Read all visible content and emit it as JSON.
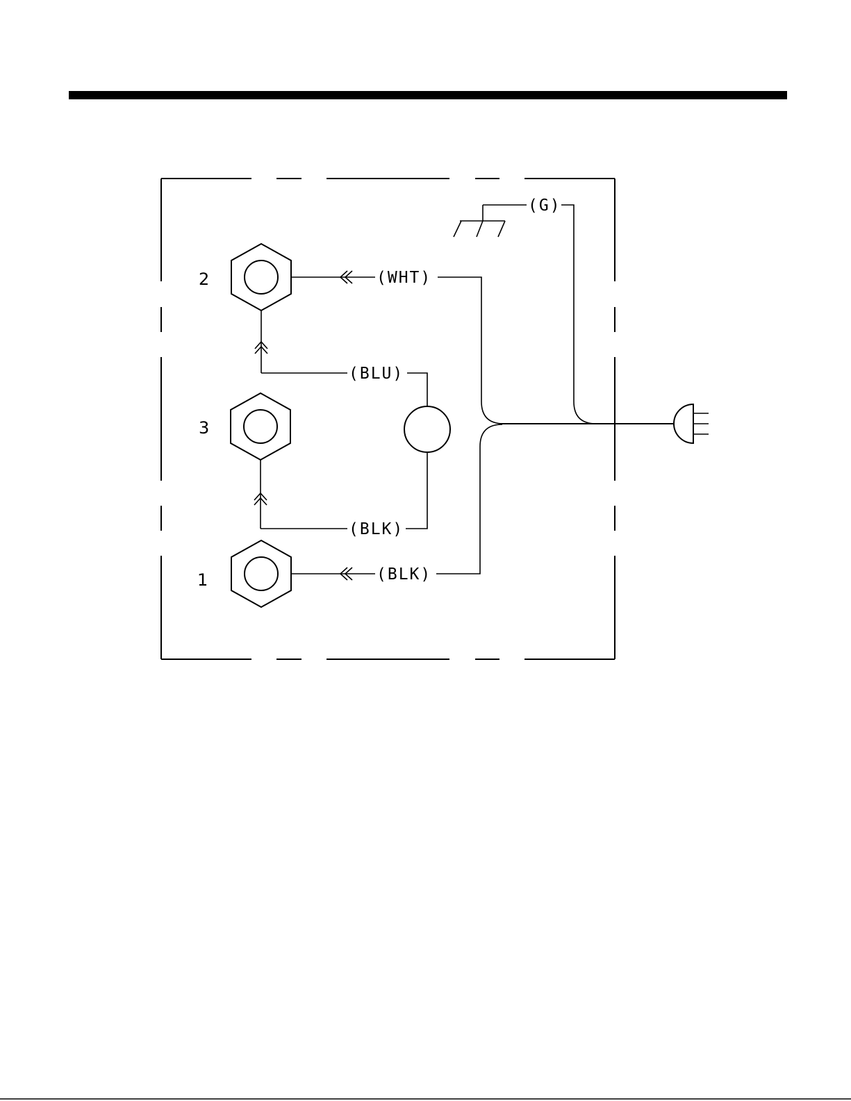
{
  "sockets": [
    {
      "number": "2"
    },
    {
      "number": "3"
    },
    {
      "number": "1"
    }
  ],
  "wire_labels": {
    "ground": "(G)",
    "white": "(WHT)",
    "blue": "(BLU)",
    "black_upper": "(BLK)",
    "black_lower": "(BLK)"
  },
  "colors": {
    "ink": "#000000",
    "background": "#ffffff"
  },
  "icons": [
    "ground-icon",
    "plug-icon",
    "lamp-socket-icon",
    "switch-circle-icon",
    "connector-arrow-icon"
  ]
}
